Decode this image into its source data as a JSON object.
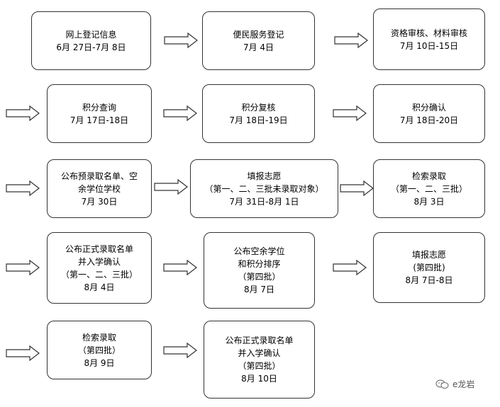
{
  "boxes": [
    {
      "lines": [
        "网上登记信息",
        "6月 27日-7月 8日"
      ]
    },
    {
      "lines": [
        "便民服务登记",
        "7月 4日"
      ]
    },
    {
      "lines": [
        "资格审核、材料审核",
        "7月 10日-15日"
      ]
    },
    {
      "lines": [
        "积分查询",
        "7月 17日-18日"
      ]
    },
    {
      "lines": [
        "积分复核",
        "7月 18日-19日"
      ]
    },
    {
      "lines": [
        "积分确认",
        "7月 18日-20日"
      ]
    },
    {
      "lines": [
        "公布预录取名单、空",
        "余学位学校",
        "7月 30日"
      ]
    },
    {
      "lines": [
        "填报志愿",
        "（第一、二、三批未录取对象）",
        "7月 31日-8月 1日"
      ]
    },
    {
      "lines": [
        "检索录取",
        "（第一、二、三批）",
        "8月 3日"
      ]
    },
    {
      "lines": [
        "公布正式录取名单",
        "并入学确认",
        "（第一、二、三批）",
        "8月 4日"
      ]
    },
    {
      "lines": [
        "公布空余学位",
        "和积分排序",
        "（第四批）",
        "8月 7日"
      ]
    },
    {
      "lines": [
        "填报志愿",
        "(第四批)",
        "8月 7日-8日"
      ]
    },
    {
      "lines": [
        "检索录取",
        "（第四批）",
        "8月 9日"
      ]
    },
    {
      "lines": [
        "公布正式录取名单",
        "并入学确认",
        "（第四批）",
        "8月 10日"
      ]
    }
  ],
  "watermark": {
    "text": "e龙岩",
    "icon": "wechat-icon"
  }
}
